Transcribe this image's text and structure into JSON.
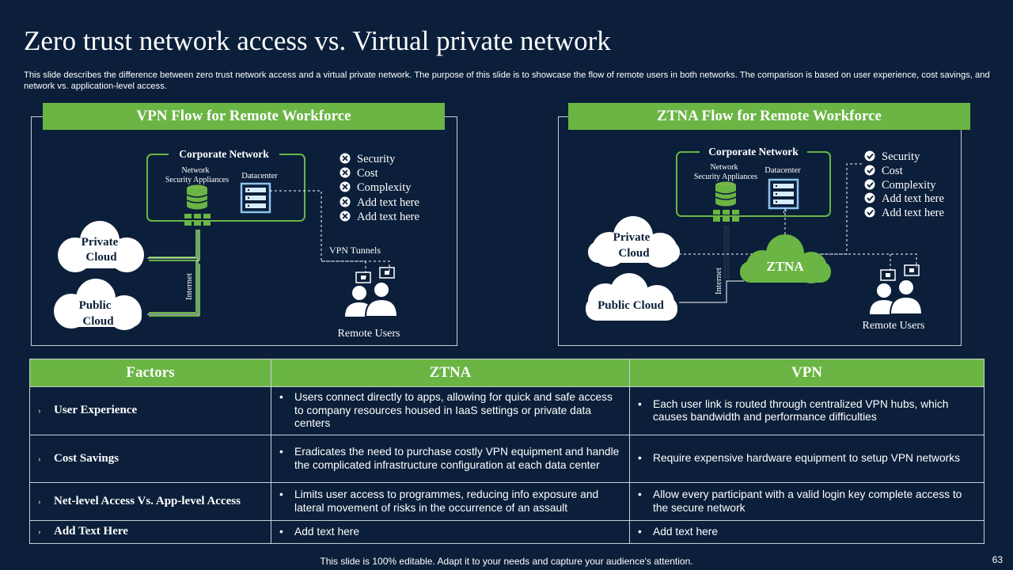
{
  "title": "Zero trust network access vs. Virtual private network",
  "description": "This slide describes the difference between zero trust network access and a virtual private network. The purpose of this slide is to showcase the flow of remote users in both networks. The comparison is based on user experience, cost savings, and network vs.  application-level access.",
  "vpn": {
    "header": "VPN Flow for Remote Workforce",
    "corporate": "Corporate Network",
    "nsa_line1": "Network",
    "nsa_line2": "Security Appliances",
    "datacenter": "Datacenter",
    "private_cloud_1": "Private",
    "private_cloud_2": "Cloud",
    "public_cloud_1": "Public",
    "public_cloud_2": "Cloud",
    "internet": "Internet",
    "tunnels": "VPN  Tunnels",
    "remote_users": "Remote  Users",
    "list": [
      "Security",
      "Cost",
      "Complexity",
      "Add text here",
      "Add text here"
    ]
  },
  "ztna": {
    "header": "ZTNA Flow for Remote Workforce",
    "corporate": "Corporate Network",
    "nsa_line1": "Network",
    "nsa_line2": "Security Appliances",
    "datacenter": "Datacenter",
    "private_cloud_1": "Private",
    "private_cloud_2": "Cloud",
    "public_cloud": "Public  Cloud",
    "internet": "Internet",
    "ztna_label": "ZTNA",
    "remote_users": "Remote Users",
    "list": [
      "Security",
      "Cost",
      "Complexity",
      "Add text here",
      "Add text here"
    ]
  },
  "table": {
    "headers": [
      "Factors",
      "ZTNA",
      "VPN"
    ],
    "rows": [
      {
        "factor": "User Experience",
        "ztna": "Users connect directly to apps, allowing for quick and safe access to company resources housed in IaaS settings or private data centers",
        "vpn": "Each user link is routed through centralized VPN hubs, which causes bandwidth and performance difficulties"
      },
      {
        "factor": "Cost Savings",
        "ztna": "Eradicates the need to purchase costly VPN equipment and handle the complicated infrastructure configuration at each data center",
        "vpn": "Require expensive hardware equipment to setup VPN networks"
      },
      {
        "factor": "Net-level Access Vs. App-level Access",
        "ztna": "Limits user access to programmes, reducing info exposure and lateral movement of  risks in the occurrence of an assault",
        "vpn": "Allow every participant with a valid login key complete access to the secure network"
      },
      {
        "factor": "Add Text Here",
        "ztna": "Add text here",
        "vpn": "Add text here"
      }
    ]
  },
  "footer": "This slide is 100% editable. Adapt it to your needs and capture your audience's attention.",
  "page_number": "63",
  "colors": {
    "background": "#0b1f3a",
    "accent": "#6ab544",
    "border": "#c8cfd8",
    "server": "#8fc3f0"
  }
}
